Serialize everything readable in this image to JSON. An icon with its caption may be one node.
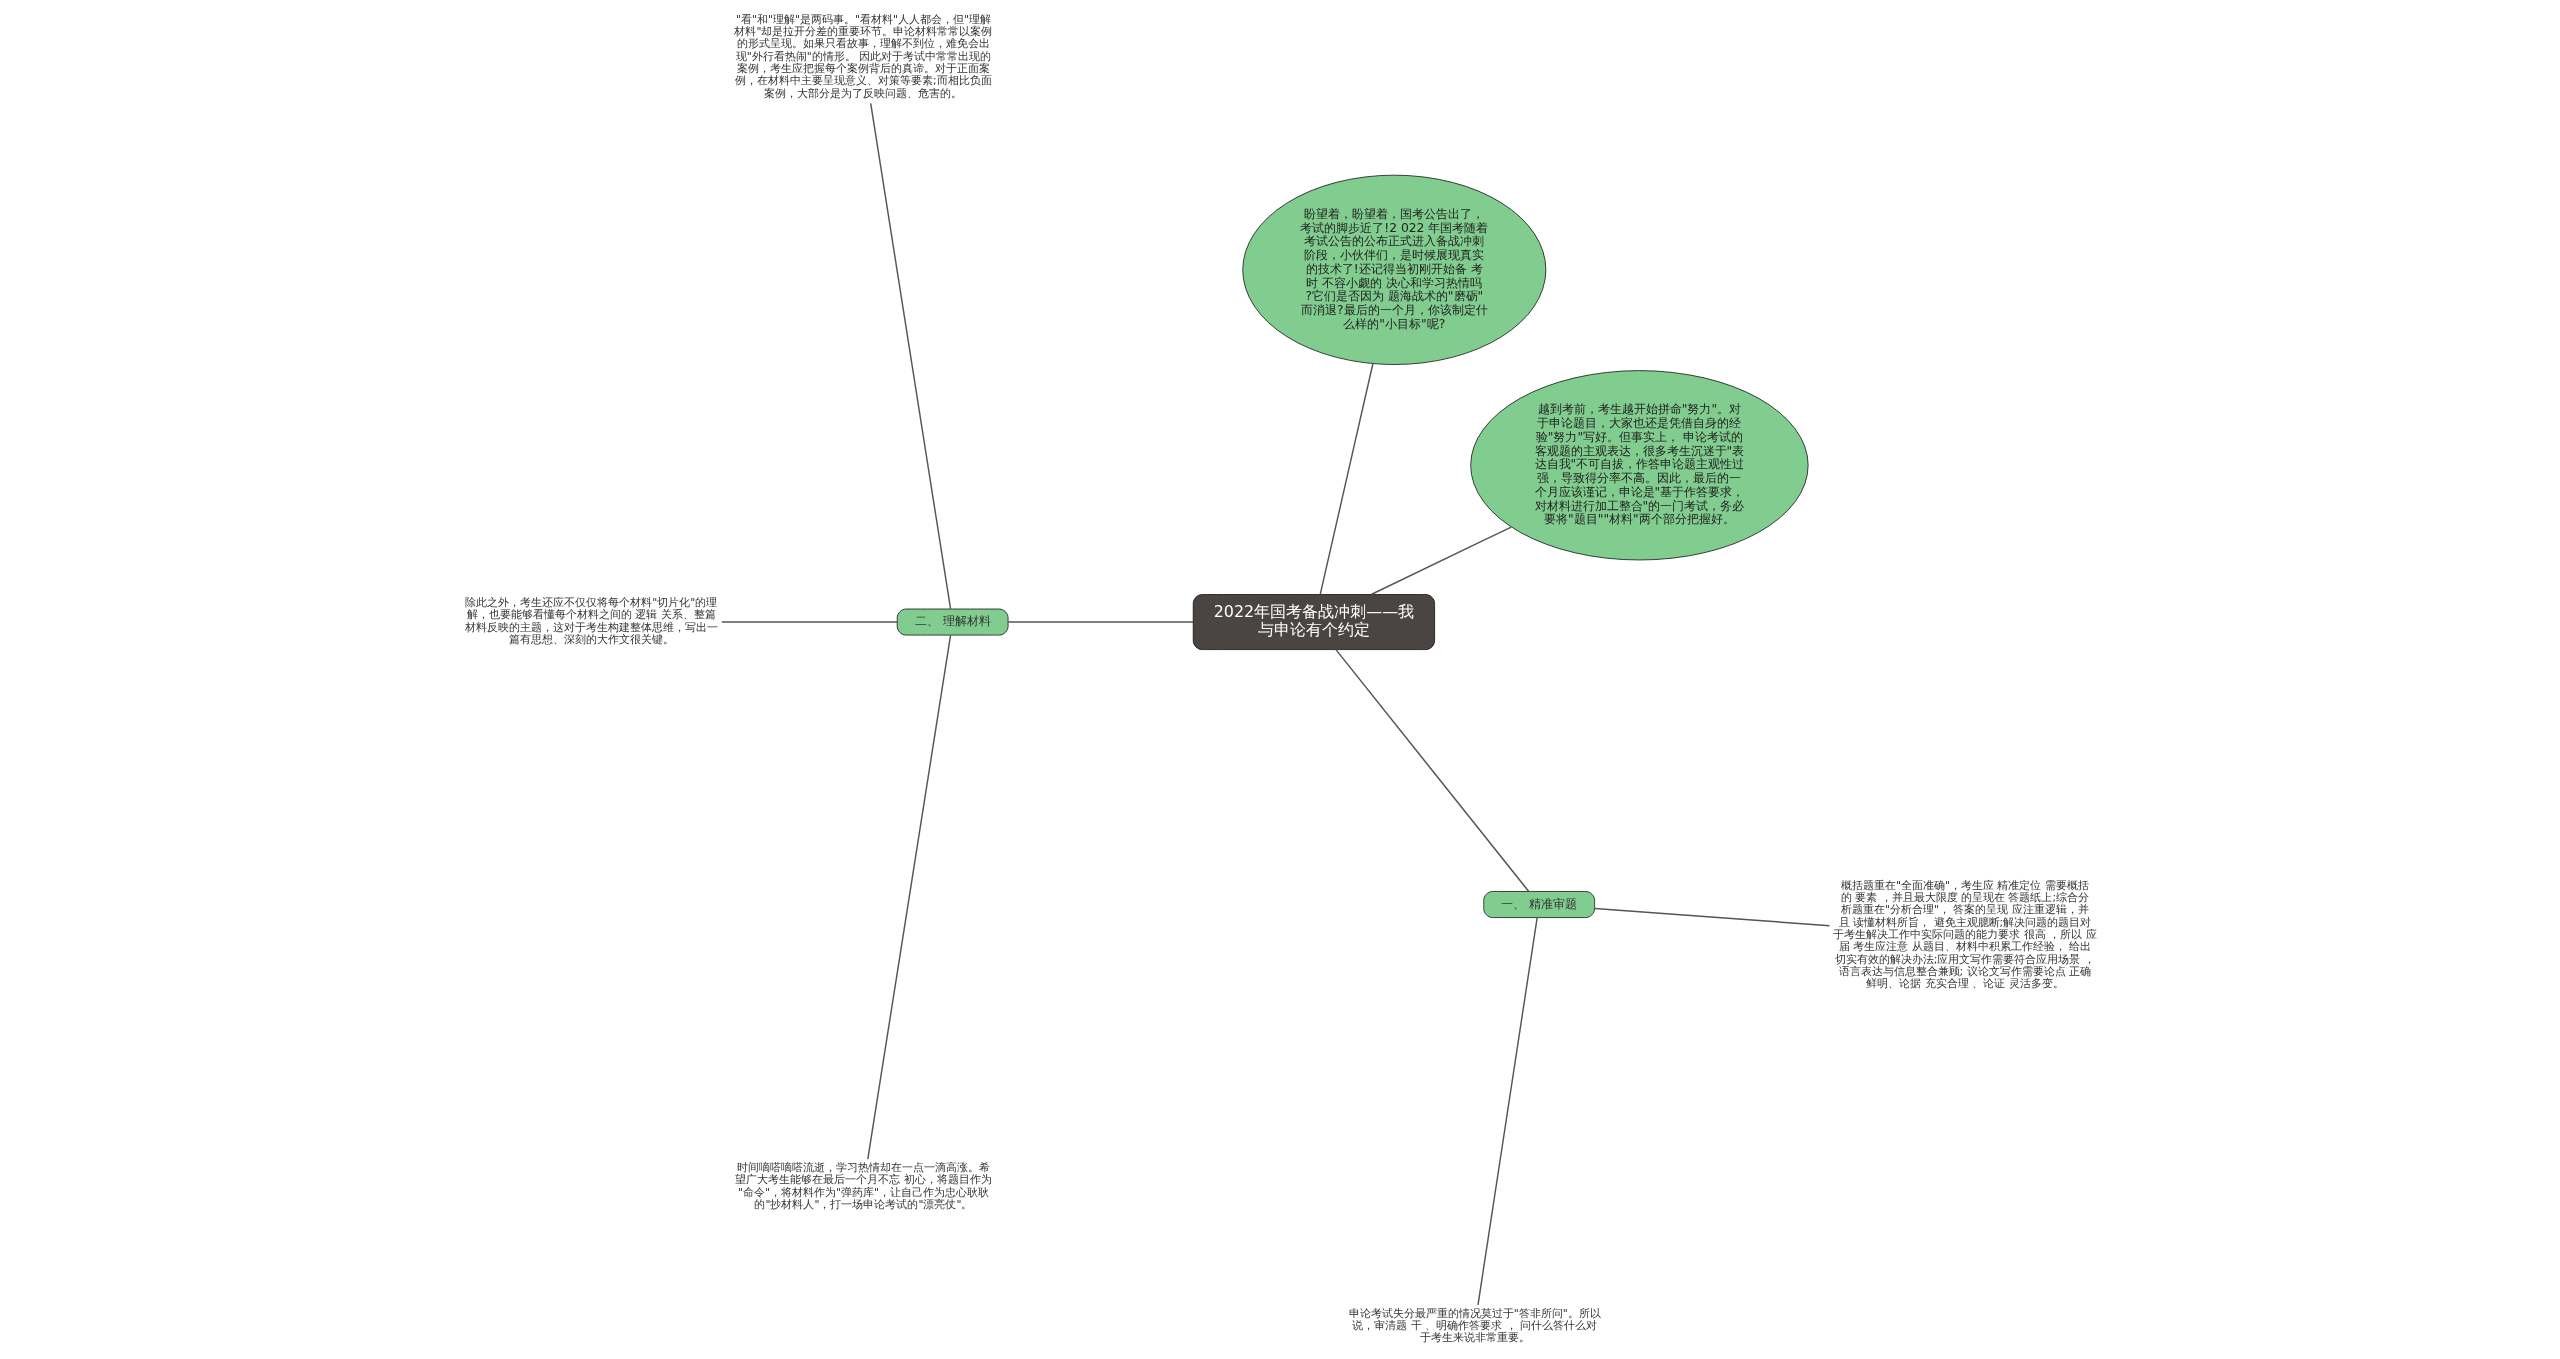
{
  "diagram": {
    "nodes": [
      {
        "text": [
          "2022年国考备战冲刺——我与申论有个约定"
        ]
      },
      {
        "text": [
          "越到考前，考生越开始拼命\"努力\"。对于申论题目，大家也还是凭借自身的经验\"努力\"写好。但事实上， 申论考试的客观题的主观表达，很多考生沉迷于\"表达自我\"不可自拔，作答申论题主观性过强，导致得分率不高。因此，最后的一个月应该谨记，申论是\"基于作答要求，对材料进行加工整合\"的一门考试，务必要将\"题目\"\"材料\"两个部分把握好。"
        ]
      },
      {
        "text": [
          "盼望着，盼望着，国考公告出了，考试的脚步近了!2 022 年国考随着考试公告的公布正式进入备战冲刺阶段，小伙伴们，是时候展现真实的技术了!还记得当初刚开始备 考时 不容小觑的 决心和学习热情吗?它们是否因为 题海战术的\"磨砺\"而消退?最后的一个月，你该制定什么样的\"小目标\"呢?"
        ]
      },
      {
        "text": [
          "二、 理解材料"
        ]
      },
      {
        "text": [
          "\"看\"和\"理解\"是两码事。\"看材料\"人人都会，但\"理解材料\"却是拉开分差的重要环节。申论材料常常以案例的形式呈现。如果只看故事，理解不到位，难免会出现\"外行看热闹\"的情形。 因此对于考试中常常出现的案例，考生应把握每个案例背后的真谛。对于正面案例，在材料中主要呈现意义、对策等要素;而相比负面案例，大部分是为了反映问题、危害的。"
        ]
      },
      {
        "text": [
          "除此之外，考生还应不仅仅将每个材料\"切片化\"的理解，也要能够看懂每个材料之间的 逻辑 关系、整篇材料反映的主题，这对于考生构建整体思维，写出一篇有思想、深刻的大作文很关键。"
        ]
      },
      {
        "text": [
          "时间嘀嗒嘀嗒流逝，学习热情却在一点一滴高涨。希望广大考生能够在最后一个月不忘 初心，将题目作为\"命令\"，将材料作为\"弹药库\"，让自己作为忠心耿耿的\"抄材料人\"，打一场申论考试的\"漂亮仗\"。"
        ]
      },
      {
        "text": [
          "一、 精准审题"
        ]
      },
      {
        "text": [
          "申论考试失分最严重的情况莫过于\"答非所问\"。所以说，审清题 干 、明确作答要求 ， 问什么答什么对于考生来说非常重要。"
        ]
      },
      {
        "text": [
          "概括题重在\"全面准确\"，考生应 精准定位 需要概括的 要素 ，并且最大限度 的呈现在 答题纸上;综合分析题重在\"分析合理\"， 答案的呈现 应注重逻辑，并且 读懂材料所旨， 避免主观臆断;解决问题的题目对于考生解决工作中实际问题的能力要求 很高 ，所以 应届 考生应注意 从题目、材料中积累工作经验， 给出切实有效的解决办法;应用文写作需要符合应用场景 ，语言表达与信息整合兼顾; 议论文写作需要论点 正确鲜明、论据 充实合理 、论证 灵活多变。"
        ]
      }
    ],
    "edges": [
      {
        "from": 0,
        "to": 1,
        "arrow": "none"
      },
      {
        "from": 0,
        "to": 2,
        "arrow": "none"
      },
      {
        "from": 0,
        "to": 3,
        "arrow": "none"
      },
      {
        "from": 0,
        "to": 7,
        "arrow": "none"
      },
      {
        "from": 3,
        "to": 4,
        "arrow": "none"
      },
      {
        "from": 3,
        "to": 5,
        "arrow": "none"
      },
      {
        "from": 3,
        "to": 6,
        "arrow": "none"
      },
      {
        "from": 7,
        "to": 8,
        "arrow": "none"
      },
      {
        "from": 7,
        "to": 9,
        "arrow": "none"
      }
    ]
  }
}
